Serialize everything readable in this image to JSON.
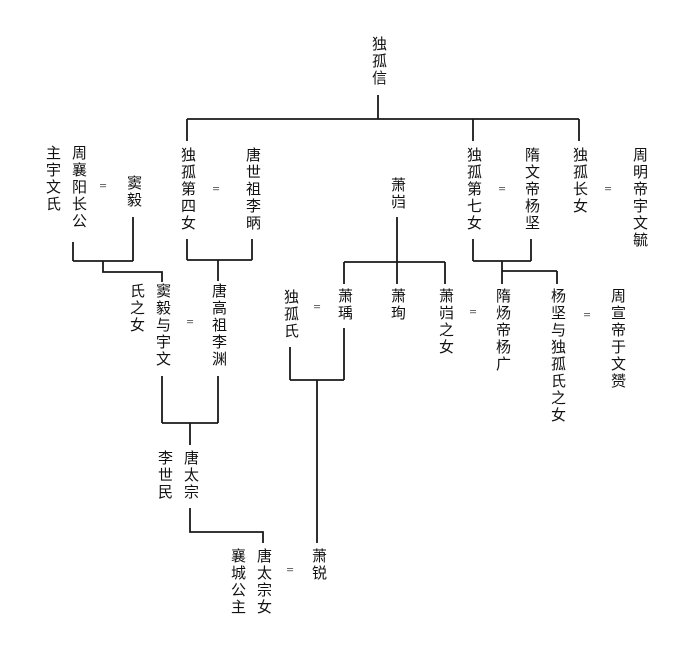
{
  "figure": {
    "type": "family-tree",
    "root": "独孤信",
    "background_color": "#ffffff",
    "line_color": "#1a1a1a",
    "text_color": "#111111"
  },
  "marriage_symbol": "=",
  "nodes": {
    "dugu_xin": "独孤信",
    "zhou_xiangyang_princess": "周襄阳长公主宇文氏",
    "dou_yi": "窦毅",
    "dugu_fourth_daughter": "独孤第四女",
    "tang_shizu_li_bing": "唐世祖李昞",
    "xiao_kui": "萧岿",
    "dugu_seventh_daughter": "独孤第七女",
    "sui_wendi_yang_jian": "隋文帝杨坚",
    "dugu_eldest_daughter": "独孤长女",
    "zhou_mingdi_yuwen_yu": "周明帝宇文毓",
    "dou_yi_daughter": "窦毅与宇文氏之女",
    "tang_gaozu_li_yuan": "唐高祖李渊",
    "dugu_shi": "独孤氏",
    "xiao_yu": "萧瑀",
    "xiao_xun": "萧珣",
    "xiao_kui_daughter": "萧岿之女",
    "sui_yangdi_yang_guang": "隋炀帝杨广",
    "yang_jian_dugu_daughter": "杨坚与独孤氏之女",
    "zhou_xuandi_yuwen_yun": "周宣帝于文赟",
    "tang_taizong_li_shimin": "唐太宗李世民",
    "xiangcheng_princess": "唐太宗女襄城公主",
    "xiao_rui": "萧锐"
  },
  "relations": {
    "marriages": [
      [
        "周襄阳长公主宇文氏",
        "窦毅"
      ],
      [
        "独孤第四女",
        "唐世祖李昞"
      ],
      [
        "独孤第七女",
        "隋文帝杨坚"
      ],
      [
        "独孤长女",
        "周明帝宇文毓"
      ],
      [
        "窦毅与宇文氏之女",
        "唐高祖李渊"
      ],
      [
        "独孤氏",
        "萧瑀"
      ],
      [
        "萧岿之女",
        "隋炀帝杨广"
      ],
      [
        "杨坚与独孤氏之女",
        "周宣帝于文赟"
      ],
      [
        "唐太宗女襄城公主",
        "萧锐"
      ]
    ],
    "parent_child": [
      {
        "parents": "独孤信",
        "children": [
          "独孤第四女",
          "独孤第七女",
          "独孤长女"
        ]
      },
      {
        "parents": "周襄阳长公主宇文氏 + 窦毅",
        "children": [
          "窦毅与宇文氏之女"
        ]
      },
      {
        "parents": "独孤第四女 + 唐世祖李昞",
        "children": [
          "唐高祖李渊"
        ]
      },
      {
        "parents": "窦毅与宇文氏之女 + 唐高祖李渊",
        "children": [
          "唐太宗李世民"
        ]
      },
      {
        "parents": "唐太宗李世民",
        "children": [
          "唐太宗女襄城公主"
        ]
      },
      {
        "parents": "萧岿",
        "children": [
          "萧瑀",
          "萧珣",
          "萧岿之女"
        ]
      },
      {
        "parents": "独孤氏 + 萧瑀",
        "children": [
          "萧锐"
        ]
      },
      {
        "parents": "独孤第七女 + 隋文帝杨坚",
        "children": [
          "隋炀帝杨广",
          "杨坚与独孤氏之女"
        ]
      }
    ]
  }
}
